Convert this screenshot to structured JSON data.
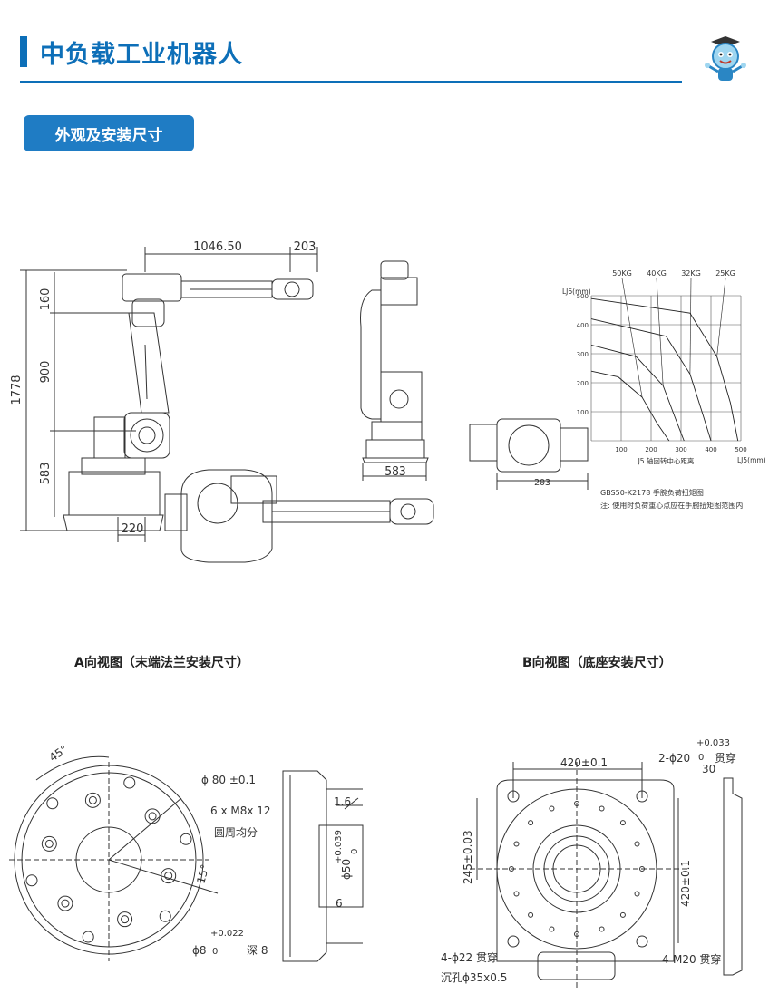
{
  "header": {
    "title": "中负载工业机器人",
    "section_tab": "外观及安装尺寸",
    "mascot_icon": "robot-mascot-icon"
  },
  "colors": {
    "brand_blue": "#0d6fb8",
    "tab_blue": "#1f7cc4",
    "line": "#333333"
  },
  "dims_side_view": {
    "reach": "1046.50",
    "flange": "203",
    "d160": "160",
    "d900": "900",
    "d1778": "1778",
    "d583": "583",
    "d220": "220"
  },
  "dims_back_view": {
    "d583": "583"
  },
  "load_chart": {
    "dim_203": "203",
    "caption_title": "GBS50-K2178 手腕负荷扭矩图",
    "caption_note": "注: 使用时负荷重心点应在手腕扭矩图范围内"
  },
  "chart_data": {
    "type": "line",
    "title": "",
    "xlabel": "J5 轴回转中心距离",
    "xunit": "LJ5(mm)",
    "ylabel": "LJ6(mm)",
    "xlim": [
      0,
      500
    ],
    "ylim": [
      0,
      500
    ],
    "x_ticks": [
      "100",
      "200",
      "300",
      "400",
      "500"
    ],
    "y_ticks": [
      "100",
      "200",
      "300",
      "400",
      "500"
    ],
    "series": [
      {
        "name": "50KG",
        "x": [
          0,
          90,
          170,
          220,
          260
        ],
        "y": [
          240,
          220,
          150,
          60,
          0
        ]
      },
      {
        "name": "40KG",
        "x": [
          0,
          150,
          240,
          280,
          310
        ],
        "y": [
          330,
          290,
          190,
          80,
          0
        ]
      },
      {
        "name": "32KG",
        "x": [
          0,
          250,
          330,
          370,
          400
        ],
        "y": [
          420,
          360,
          230,
          100,
          0
        ]
      },
      {
        "name": "25KG",
        "x": [
          0,
          330,
          420,
          465,
          490
        ],
        "y": [
          490,
          440,
          290,
          130,
          0
        ]
      }
    ]
  },
  "view_a": {
    "caption": "A向视图（末端法兰安装尺寸）",
    "angle_45": "45°",
    "angle_15": "15°",
    "phi80": "ϕ 80 ±0.1",
    "bolts": "6 x M8x 12",
    "bolts_note": "圆周均分",
    "pin_dia": "ϕ8",
    "pin_tol_upper": "+0.022",
    "pin_tol_lower": "0",
    "pin_depth": "深 8",
    "chamfer": "1.6",
    "phi50": "ϕ50",
    "phi50_tol_upper": "+0.039",
    "phi50_tol_lower": "0",
    "depth_6": "6"
  },
  "view_b": {
    "caption": "B向视图（底座安装尺寸）",
    "width_420": "420±0.1",
    "height_420": "420±0.1",
    "d245": "245±0.03",
    "pin_holes": "2-ϕ20",
    "pin_tol_upper": "+0.033",
    "pin_tol_lower": "0",
    "pin_thru": "贯穿",
    "pin_depth": "30",
    "holes22": "4-ϕ22 贯穿",
    "counterbore": "沉孔ϕ35x0.5",
    "m20": "4-M20 贯穿"
  }
}
